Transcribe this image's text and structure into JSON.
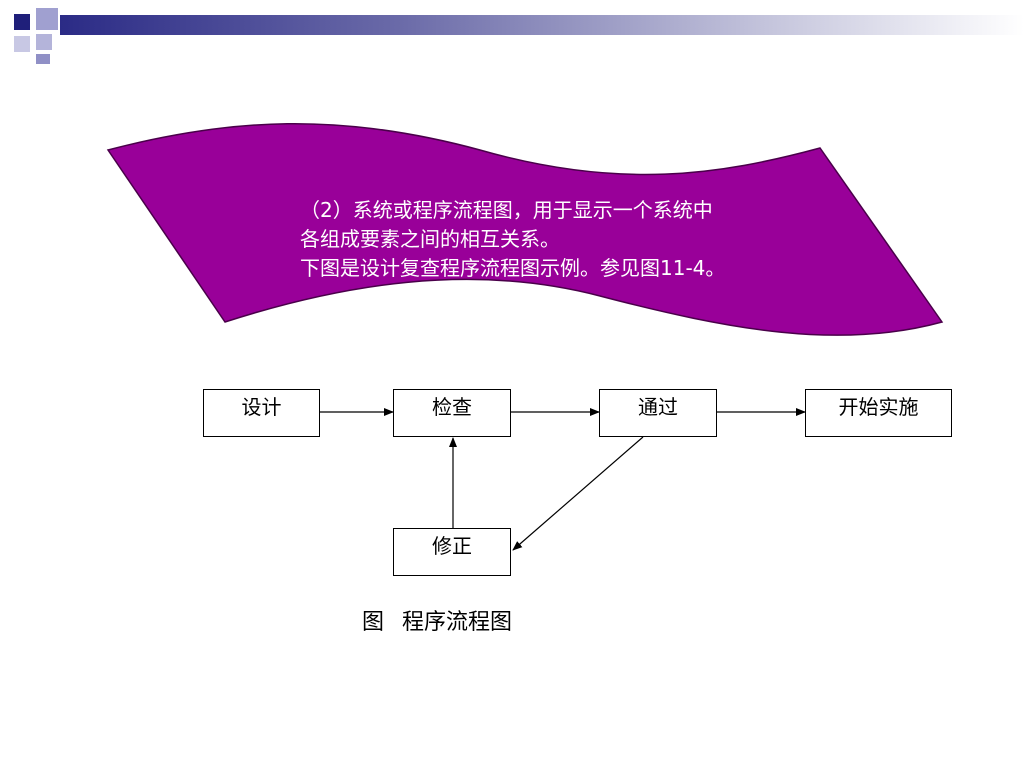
{
  "banner": {
    "lines": [
      "（2）系统或程序流程图，用于显示一个系统中",
      "各组成要素之间的相互关系。",
      "下图是设计复查程序流程图示例。参见图11-4。"
    ],
    "color": "#990099"
  },
  "flowchart": {
    "nodes": {
      "design": "设计",
      "check": "检查",
      "pass": "通过",
      "implement": "开始实施",
      "revise": "修正"
    }
  },
  "caption": {
    "label": "图",
    "title": "程序流程图"
  },
  "theme": {
    "header_dark": "#1f1f7a",
    "header_light": "#9999cc"
  }
}
